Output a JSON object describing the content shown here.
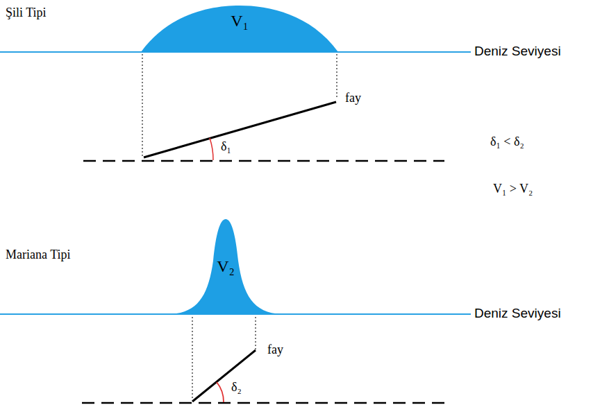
{
  "diagram": {
    "nodes": [
      {
        "text": [
          "V₁"
        ]
      },
      {
        "text": [
          "V₂"
        ]
      }
    ],
    "labels": [
      "Şili Tipi",
      "Deniz Seviyesi",
      "fay",
      "δ₁",
      "δ₁ < δ₂",
      "V₁ > V₂",
      "Mariana Tipi",
      "Deniz Seviyesi",
      "fay",
      "δ₂"
    ]
  }
}
